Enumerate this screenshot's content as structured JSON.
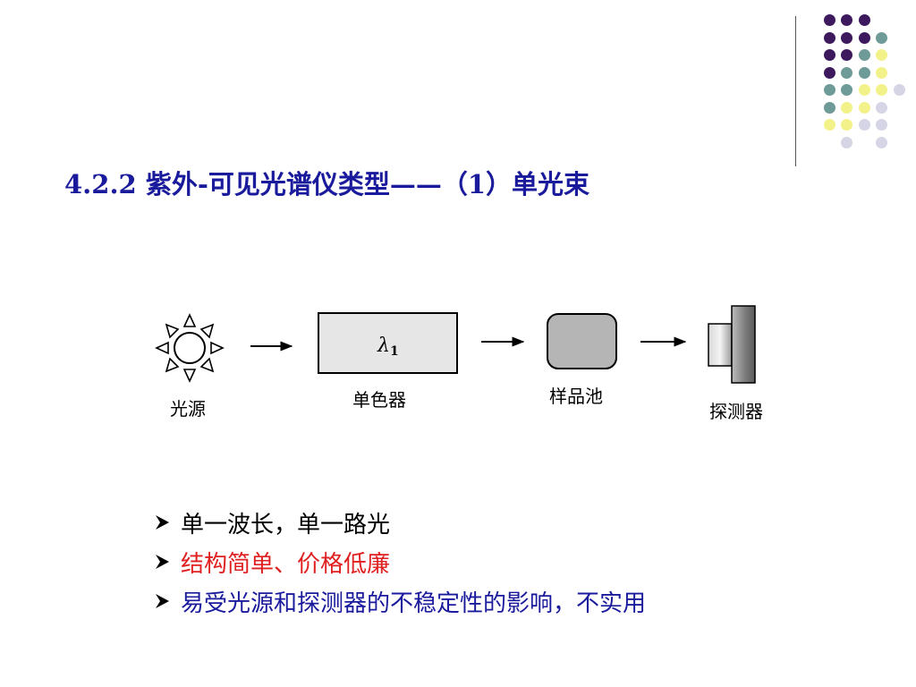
{
  "slide": {
    "title": "4.2.2  紫外-可见光谱仪类型——（1）单光束",
    "diagram": {
      "source_label": "光源",
      "monochromator_label": "单色器",
      "monochromator_symbol": "λ",
      "monochromator_subscript": "1",
      "sample_label": "样品池",
      "detector_label": "探测器"
    },
    "bullets": [
      {
        "text": "单一波长，单一路光",
        "color": "#000000"
      },
      {
        "text": "结构简单、价格低廉",
        "color": "#e02020"
      },
      {
        "text": "易受光源和探测器的不稳定性的影响，不实用",
        "color": "#1a1a9c"
      }
    ]
  },
  "decor": {
    "colors": {
      "purple": "#3d1a5e",
      "teal": "#6e9a98",
      "yellow": "#f3f28a",
      "lavender": "#d5d5e6"
    }
  }
}
